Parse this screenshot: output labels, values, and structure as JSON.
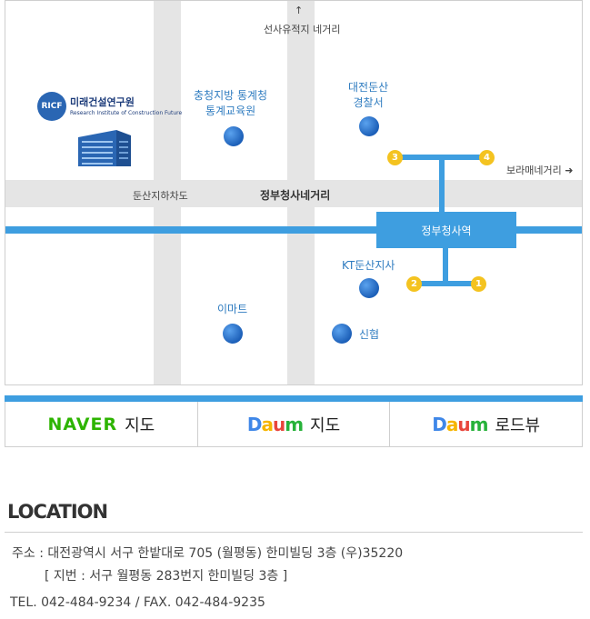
{
  "map": {
    "north_road_label": "선사유적지 네거리",
    "east_road_label": "보라매네거리",
    "underpass_label": "둔산지하차도",
    "intersection_label": "정부청사네거리",
    "station_label": "정부청사역",
    "pois": {
      "stats_training": [
        "충청지방 통계청",
        "통계교육원"
      ],
      "police": [
        "대전둔산",
        "경찰서"
      ],
      "kt": "KT둔산지사",
      "emart": "이마트",
      "shinhyup": "신협"
    },
    "exits": [
      "1",
      "2",
      "3",
      "4"
    ],
    "logo": {
      "circle_text": "RICF",
      "name": "미래건설연구원",
      "subtitle": "Research Institute of Construction Future"
    },
    "colors": {
      "line": "#3e9ee0",
      "exit": "#f4c320",
      "poi": "#1c5fb8"
    }
  },
  "links": {
    "naver_brand": "NAVER",
    "naver_label": "지도",
    "daum_brand": "Daum",
    "daum_map_label": "지도",
    "daum_road_label": "로드뷰"
  },
  "location": {
    "title": "LOCATION",
    "address": "주소 : 대전광역시 서구 한밭대로 705 (월평동) 한미빌딩 3층 (우)35220",
    "lot_address": "[ 지번 : 서구 월평동 283번지 한미빌딩 3층 ]",
    "contact": "TEL. 042-484-9234 / FAX. 042-484-9235"
  }
}
